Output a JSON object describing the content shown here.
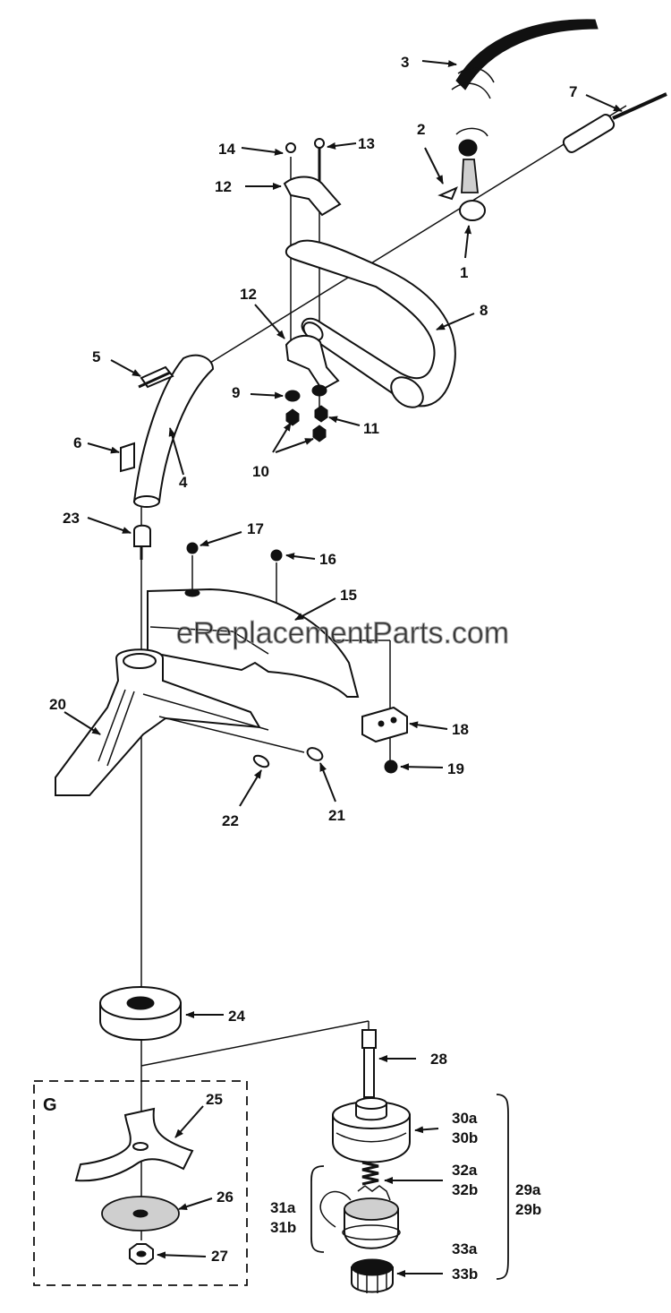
{
  "watermark": "eReplacementParts.com",
  "group_label": "G",
  "callouts": {
    "c1": "1",
    "c2": "2",
    "c3": "3",
    "c4": "4",
    "c5": "5",
    "c6": "6",
    "c7": "7",
    "c8": "8",
    "c9": "9",
    "c10": "10",
    "c11": "11",
    "c12a": "12",
    "c12b": "12",
    "c13": "13",
    "c14": "14",
    "c15": "15",
    "c16": "16",
    "c17": "17",
    "c18": "18",
    "c19": "19",
    "c20": "20",
    "c21": "21",
    "c22": "22",
    "c23": "23",
    "c24": "24",
    "c25": "25",
    "c26": "26",
    "c27": "27",
    "c28": "28",
    "c29a": "29a",
    "c29b": "29b",
    "c30a": "30a",
    "c30b": "30b",
    "c31a": "31a",
    "c31b": "31b",
    "c32a": "32a",
    "c32b": "32b",
    "c33a": "33a",
    "c33b": "33b"
  }
}
